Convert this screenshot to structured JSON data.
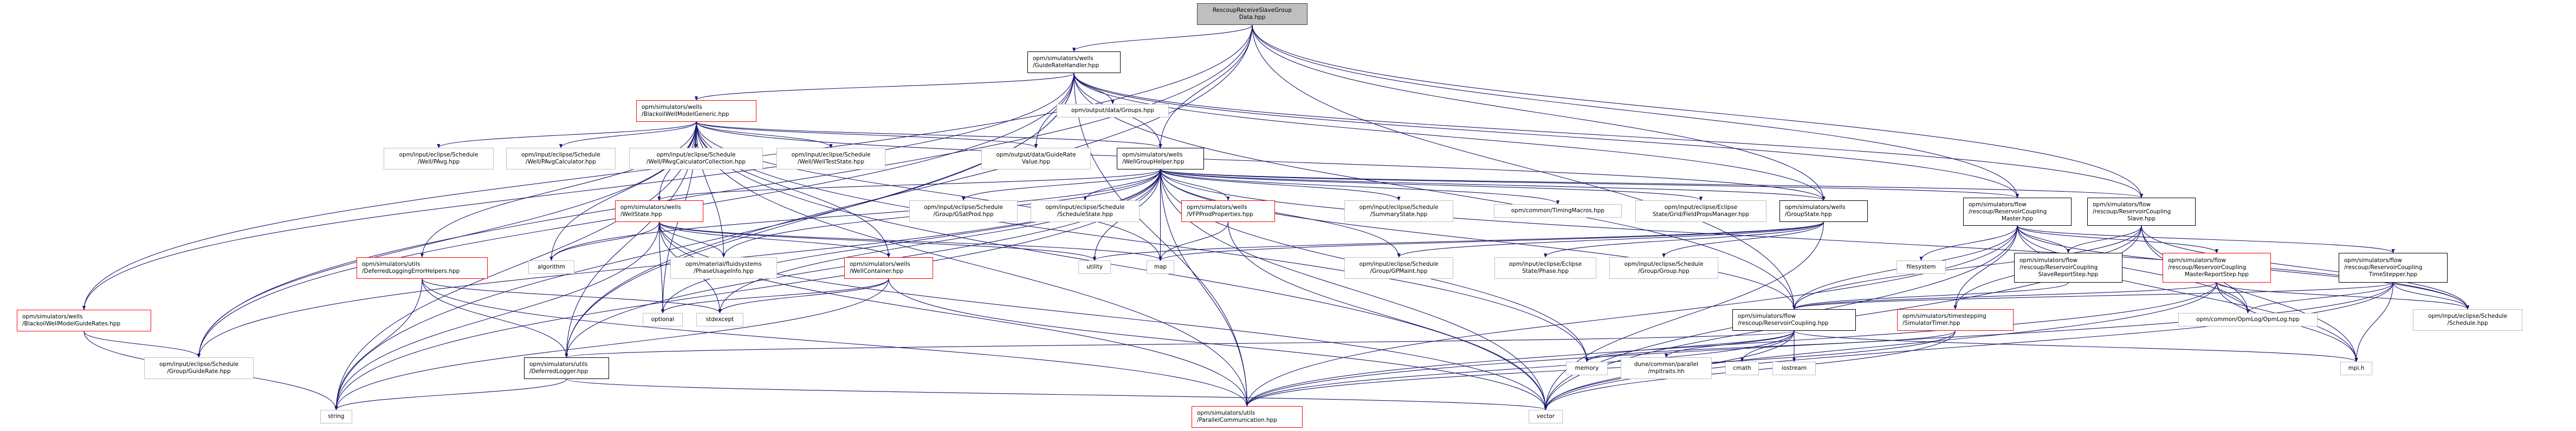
{
  "colors": {
    "edge": "#191970",
    "root_fill": "#bfbfbf",
    "documented_border": "#000000",
    "truncated_border": "#ff0000",
    "external_border": "#bfbfbf"
  },
  "nodes": [
    {
      "id": "root",
      "label": "RescoupReceiveSlaveGroup\nData.hpp",
      "kind": "root"
    },
    {
      "id": "grh",
      "label": "opm/simulators/wells\n/GuideRateHandler.hpp",
      "kind": "black"
    },
    {
      "id": "bwmg",
      "label": "opm/simulators/wells\n/BlackoilWellModelGeneric.hpp",
      "kind": "red"
    },
    {
      "id": "groups",
      "label": "opm/output/data/Groups.hpp",
      "kind": "gray"
    },
    {
      "id": "pavg",
      "label": "opm/input/eclipse/Schedule\n/Well/PAvg.hpp",
      "kind": "gray"
    },
    {
      "id": "pavgcalc",
      "label": "opm/input/eclipse/Schedule\n/Well/PAvgCalculator.hpp",
      "kind": "gray"
    },
    {
      "id": "pavgcoll",
      "label": "opm/input/eclipse/Schedule\n/Well/PAvgCalculatorCollection.hpp",
      "kind": "gray"
    },
    {
      "id": "welltest",
      "label": "opm/input/eclipse/Schedule\n/Well/WellTestState.hpp",
      "kind": "gray"
    },
    {
      "id": "grvalue",
      "label": "opm/output/data/GuideRate\nValue.hpp",
      "kind": "gray"
    },
    {
      "id": "wgh",
      "label": "opm/simulators/wells\n/WellGroupHelper.hpp",
      "kind": "black"
    },
    {
      "id": "wellstate",
      "label": "opm/simulators/wells\n/WellState.hpp",
      "kind": "red"
    },
    {
      "id": "gsatprod",
      "label": "opm/input/eclipse/Schedule\n/Group/GSatProd.hpp",
      "kind": "gray"
    },
    {
      "id": "schedstate",
      "label": "opm/input/eclipse/Schedule\n/ScheduleState.hpp",
      "kind": "gray"
    },
    {
      "id": "vfp",
      "label": "opm/simulators/wells\n/VFPProdProperties.hpp",
      "kind": "red"
    },
    {
      "id": "summary",
      "label": "opm/input/eclipse/Schedule\n/SummaryState.hpp",
      "kind": "gray"
    },
    {
      "id": "timing",
      "label": "opm/common/TimingMacros.hpp",
      "kind": "gray"
    },
    {
      "id": "fieldprops",
      "label": "opm/input/eclipse/Eclipse\nState/Grid/FieldPropsManager.hpp",
      "kind": "gray"
    },
    {
      "id": "groupstate",
      "label": "opm/simulators/wells\n/GroupState.hpp",
      "kind": "black"
    },
    {
      "id": "master",
      "label": "opm/simulators/flow\n/rescoup/ReservoirCoupling\nMaster.hpp",
      "kind": "black"
    },
    {
      "id": "slave",
      "label": "opm/simulators/flow\n/rescoup/ReservoirCoupling\nSlave.hpp",
      "kind": "black"
    },
    {
      "id": "guiderates",
      "label": "opm/simulators/wells\n/BlackoilWellModelGuideRates.hpp",
      "kind": "red"
    },
    {
      "id": "dleh",
      "label": "opm/simulators/utils\n/DeferredLoggingErrorHelpers.hpp",
      "kind": "red"
    },
    {
      "id": "algorithm",
      "label": "algorithm",
      "kind": "gray"
    },
    {
      "id": "phaseusage",
      "label": "opm/material/fluidsystems\n/PhaseUsageInfo.hpp",
      "kind": "gray"
    },
    {
      "id": "wellcontainer",
      "label": "opm/simulators/wells\n/WellContainer.hpp",
      "kind": "red"
    },
    {
      "id": "utility",
      "label": "utility",
      "kind": "gray"
    },
    {
      "id": "map",
      "label": "map",
      "kind": "gray"
    },
    {
      "id": "gpmaint",
      "label": "opm/input/eclipse/Schedule\n/Group/GPMaint.hpp",
      "kind": "gray"
    },
    {
      "id": "phase",
      "label": "opm/input/eclipse/Eclipse\nState/Phase.hpp",
      "kind": "gray"
    },
    {
      "id": "group",
      "label": "opm/input/eclipse/Schedule\n/Group/Group.hpp",
      "kind": "gray"
    },
    {
      "id": "filesystem",
      "label": "filesystem",
      "kind": "gray"
    },
    {
      "id": "slavereport",
      "label": "opm/simulators/flow\n/rescoup/ReservoirCoupling\nSlaveReportStep.hpp",
      "kind": "black"
    },
    {
      "id": "masterreport",
      "label": "opm/simulators/flow\n/rescoup/ReservoirCoupling\nMasterReportStep.hpp",
      "kind": "red"
    },
    {
      "id": "timestepper",
      "label": "opm/simulators/flow\n/rescoup/ReservoirCoupling\nTimeStepper.hpp",
      "kind": "black"
    },
    {
      "id": "optional",
      "label": "optional",
      "kind": "gray"
    },
    {
      "id": "stdexcept",
      "label": "stdexcept",
      "kind": "gray"
    },
    {
      "id": "rescoup",
      "label": "opm/simulators/flow\n/rescoup/ReservoirCoupling.hpp",
      "kind": "black"
    },
    {
      "id": "simtimer",
      "label": "opm/simulators/timestepping\n/SimulatorTimer.hpp",
      "kind": "red"
    },
    {
      "id": "opmlog",
      "label": "opm/common/OpmLog/OpmLog.hpp",
      "kind": "gray"
    },
    {
      "id": "schedule",
      "label": "opm/input/eclipse/Schedule\n/Schedule.hpp",
      "kind": "gray"
    },
    {
      "id": "guiderate",
      "label": "opm/input/eclipse/Schedule\n/Group/GuideRate.hpp",
      "kind": "gray"
    },
    {
      "id": "deflogger",
      "label": "opm/simulators/utils\n/DeferredLogger.hpp",
      "kind": "black"
    },
    {
      "id": "memory",
      "label": "memory",
      "kind": "gray"
    },
    {
      "id": "mpitraits",
      "label": "dune/common/parallel\n/mpitraits.hh",
      "kind": "gray"
    },
    {
      "id": "cmath",
      "label": "cmath",
      "kind": "gray"
    },
    {
      "id": "iostream",
      "label": "iostream",
      "kind": "gray"
    },
    {
      "id": "mpi",
      "label": "mpi.h",
      "kind": "gray"
    },
    {
      "id": "string",
      "label": "string",
      "kind": "gray"
    },
    {
      "id": "parcomm",
      "label": "opm/simulators/utils\n/ParallelCommunication.hpp",
      "kind": "red"
    },
    {
      "id": "vector",
      "label": "vector",
      "kind": "gray"
    }
  ],
  "edges": [
    [
      "root",
      "grh"
    ],
    [
      "root",
      "wgh"
    ],
    [
      "root",
      "groupstate"
    ],
    [
      "root",
      "rescoup"
    ],
    [
      "root",
      "master"
    ],
    [
      "root",
      "slave"
    ],
    [
      "root",
      "guiderates"
    ],
    [
      "root",
      "guiderate"
    ],
    [
      "root",
      "deflogger"
    ],
    [
      "grh",
      "bwmg"
    ],
    [
      "grh",
      "groups"
    ],
    [
      "grh",
      "grvalue"
    ],
    [
      "grh",
      "wgh"
    ],
    [
      "grh",
      "guiderates"
    ],
    [
      "grh",
      "guiderate"
    ],
    [
      "grh",
      "deflogger"
    ],
    [
      "grh",
      "string"
    ],
    [
      "grh",
      "parcomm"
    ],
    [
      "grh",
      "groupstate"
    ],
    [
      "grh",
      "master"
    ],
    [
      "grh",
      "slave"
    ],
    [
      "grh",
      "rescoup"
    ],
    [
      "bwmg",
      "pavg"
    ],
    [
      "bwmg",
      "pavgcalc"
    ],
    [
      "bwmg",
      "pavgcoll"
    ],
    [
      "bwmg",
      "welltest"
    ],
    [
      "bwmg",
      "grvalue"
    ],
    [
      "bwmg",
      "wgh"
    ],
    [
      "bwmg",
      "wellstate"
    ],
    [
      "bwmg",
      "dleh"
    ],
    [
      "bwmg",
      "guiderate"
    ],
    [
      "bwmg",
      "algorithm"
    ],
    [
      "bwmg",
      "optional"
    ],
    [
      "bwmg",
      "string"
    ],
    [
      "bwmg",
      "vector"
    ],
    [
      "bwmg",
      "map"
    ],
    [
      "bwmg",
      "memory"
    ],
    [
      "bwmg",
      "parcomm"
    ],
    [
      "bwmg",
      "groupstate"
    ],
    [
      "bwmg",
      "phaseusage"
    ],
    [
      "bwmg",
      "wellcontainer"
    ],
    [
      "bwmg",
      "deflogger"
    ],
    [
      "wgh",
      "gsatprod"
    ],
    [
      "wgh",
      "schedstate"
    ],
    [
      "wgh",
      "vfp"
    ],
    [
      "wgh",
      "summary"
    ],
    [
      "wgh",
      "timing"
    ],
    [
      "wgh",
      "fieldprops"
    ],
    [
      "wgh",
      "groupstate"
    ],
    [
      "wgh",
      "master"
    ],
    [
      "wgh",
      "slave"
    ],
    [
      "wgh",
      "rescoup"
    ],
    [
      "wgh",
      "wellstate"
    ],
    [
      "wgh",
      "deflogger"
    ],
    [
      "wgh",
      "guiderate"
    ],
    [
      "wgh",
      "algorithm"
    ],
    [
      "wgh",
      "string"
    ],
    [
      "wgh",
      "vector"
    ],
    [
      "wgh",
      "map"
    ],
    [
      "wgh",
      "optional"
    ],
    [
      "wgh",
      "phaseusage"
    ],
    [
      "wgh",
      "gpmaint"
    ],
    [
      "wgh",
      "schedule"
    ],
    [
      "wgh",
      "parcomm"
    ],
    [
      "wgh",
      "memory"
    ],
    [
      "wgh",
      "stdexcept"
    ],
    [
      "wgh",
      "utility"
    ],
    [
      "wellstate",
      "algorithm"
    ],
    [
      "wellstate",
      "phaseusage"
    ],
    [
      "wellstate",
      "optional"
    ],
    [
      "wellstate",
      "stdexcept"
    ],
    [
      "wellstate",
      "wellcontainer"
    ],
    [
      "wellstate",
      "string"
    ],
    [
      "wellstate",
      "vector"
    ],
    [
      "wellstate",
      "map"
    ],
    [
      "wellstate",
      "utility"
    ],
    [
      "wellstate",
      "parcomm"
    ],
    [
      "dleh",
      "string"
    ],
    [
      "dleh",
      "deflogger"
    ],
    [
      "dleh",
      "parcomm"
    ],
    [
      "dleh",
      "stdexcept"
    ],
    [
      "wellcontainer",
      "optional"
    ],
    [
      "wellcontainer",
      "stdexcept"
    ],
    [
      "wellcontainer",
      "string"
    ],
    [
      "wellcontainer",
      "vector"
    ],
    [
      "groupstate",
      "gpmaint"
    ],
    [
      "groupstate",
      "phase"
    ],
    [
      "groupstate",
      "group"
    ],
    [
      "groupstate",
      "map"
    ],
    [
      "groupstate",
      "vector"
    ],
    [
      "groupstate",
      "utility"
    ],
    [
      "vfp",
      "map"
    ],
    [
      "vfp",
      "vector"
    ],
    [
      "deflogger",
      "string"
    ],
    [
      "deflogger",
      "vector"
    ],
    [
      "guiderates",
      "guiderate"
    ],
    [
      "guiderates",
      "string"
    ],
    [
      "master",
      "filesystem"
    ],
    [
      "master",
      "rescoup"
    ],
    [
      "master",
      "slavereport"
    ],
    [
      "master",
      "masterreport"
    ],
    [
      "master",
      "timestepper"
    ],
    [
      "master",
      "opmlog"
    ],
    [
      "master",
      "schedule"
    ],
    [
      "master",
      "mpi"
    ],
    [
      "master",
      "vector"
    ],
    [
      "master",
      "simtimer"
    ],
    [
      "master",
      "parcomm"
    ],
    [
      "slave",
      "rescoup"
    ],
    [
      "slave",
      "slavereport"
    ],
    [
      "slave",
      "opmlog"
    ],
    [
      "slave",
      "schedule"
    ],
    [
      "slave",
      "mpi"
    ],
    [
      "slave",
      "simtimer"
    ],
    [
      "slave",
      "vector"
    ],
    [
      "rescoup",
      "cmath"
    ],
    [
      "rescoup",
      "iostream"
    ],
    [
      "rescoup",
      "memory"
    ],
    [
      "rescoup",
      "mpitraits"
    ],
    [
      "rescoup",
      "mpi"
    ],
    [
      "rescoup",
      "vector"
    ],
    [
      "rescoup",
      "parcomm"
    ],
    [
      "rescoup",
      "deflogger"
    ],
    [
      "masterreport",
      "rescoup"
    ],
    [
      "masterreport",
      "opmlog"
    ],
    [
      "masterreport",
      "schedule"
    ],
    [
      "masterreport",
      "mpi"
    ],
    [
      "masterreport",
      "vector"
    ],
    [
      "masterreport",
      "parcomm"
    ],
    [
      "slavereport",
      "rescoup"
    ],
    [
      "timestepper",
      "opmlog"
    ],
    [
      "timestepper",
      "schedule"
    ],
    [
      "timestepper",
      "mpi"
    ],
    [
      "timestepper",
      "rescoup"
    ],
    [
      "timestepper",
      "vector"
    ],
    [
      "timestepper",
      "parcomm"
    ],
    [
      "simtimer",
      "memory"
    ],
    [
      "simtimer",
      "vector"
    ],
    [
      "simtimer",
      "parcomm"
    ]
  ]
}
